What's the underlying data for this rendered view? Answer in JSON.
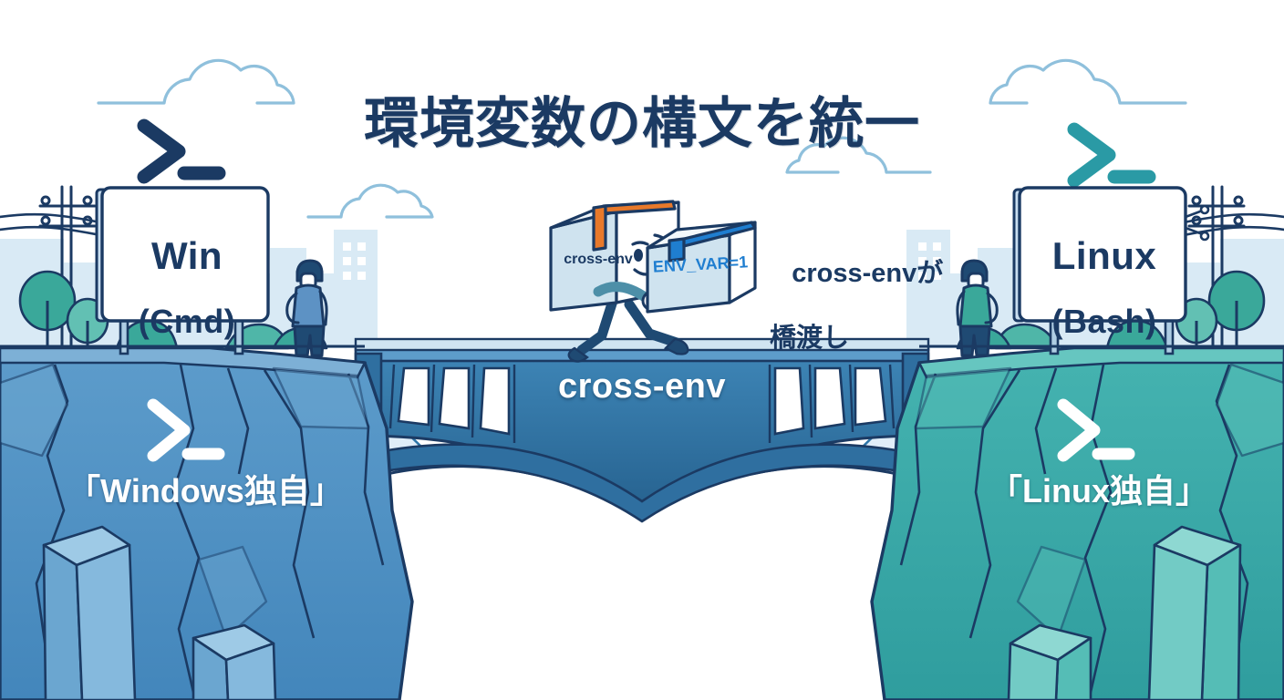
{
  "title": "環境変数の構文を統一",
  "signs": {
    "left": {
      "name": "Win",
      "shell": "(Cmd)"
    },
    "right": {
      "name": "Linux",
      "shell": "(Bash)"
    }
  },
  "terminal_icons": {
    "left_glyph": "prompt-icon",
    "right_glyph": "prompt-icon",
    "left_color": "#1b3a63",
    "right_color": "#2a9aa5"
  },
  "cliffs": {
    "left": {
      "label": "「Windows独自」",
      "color": "#4a90c4",
      "prompt": "prompt-icon"
    },
    "right": {
      "label": "「Linux独自」",
      "color": "#36a8a8",
      "prompt": "prompt-icon"
    }
  },
  "bridge": {
    "label": "cross-env",
    "color": "#2f76a8"
  },
  "mover": {
    "big_box_label": "cross-env",
    "small_box_label": "ENV_VAR=1",
    "big_tape_color": "#e8792a",
    "small_tape_color": "#1f7ed0",
    "box_face_color": "#cfe3ef"
  },
  "annotation": {
    "line1": "cross-envが",
    "line2": "橋渡し"
  },
  "people": {
    "left": {
      "shirt_color": "#5d92c4",
      "pants_color": "#1f4a73"
    },
    "right": {
      "shirt_color": "#3aa89a",
      "pants_color": "#1f4a73"
    }
  },
  "palette": {
    "navy_outline": "#1b3a63",
    "sky": "#ffffff",
    "city": "#d8e9f4",
    "cloud_stroke": "#8fc0dc",
    "gorge_rock": "#dceaf5",
    "tree_green": "#3aa89a"
  }
}
